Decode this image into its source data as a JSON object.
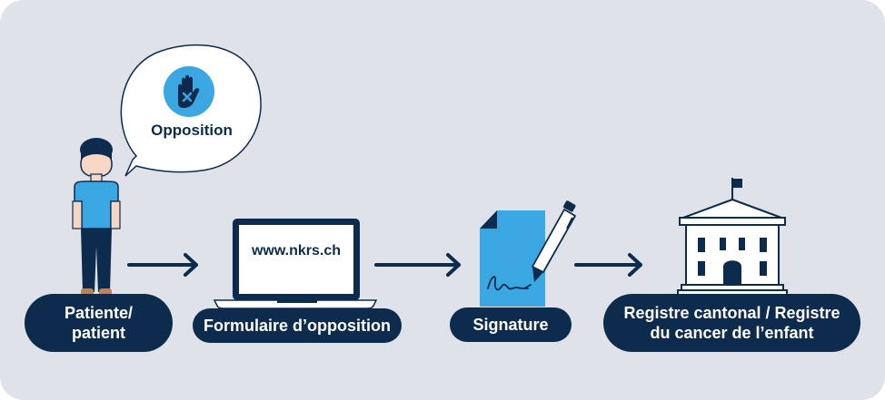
{
  "speech_bubble": {
    "label": "Opposition",
    "icon": "stop-hand-icon"
  },
  "website": {
    "url": "www.nkrs.ch"
  },
  "steps": [
    {
      "icon": "patient-person-icon",
      "label_line1": "Patiente/",
      "label_line2": "patient"
    },
    {
      "icon": "laptop-icon",
      "label": "Formulaire d’opposition"
    },
    {
      "icon": "signed-document-icon",
      "label": "Signature"
    },
    {
      "icon": "registry-building-icon",
      "label_line1": "Registre cantonal / Registre",
      "label_line2": "du cancer de l’enfant"
    }
  ],
  "colors": {
    "background": "#dfe2e9",
    "navy": "#0d2b4c",
    "accent_blue": "#3aa7e2",
    "white": "#ffffff"
  }
}
